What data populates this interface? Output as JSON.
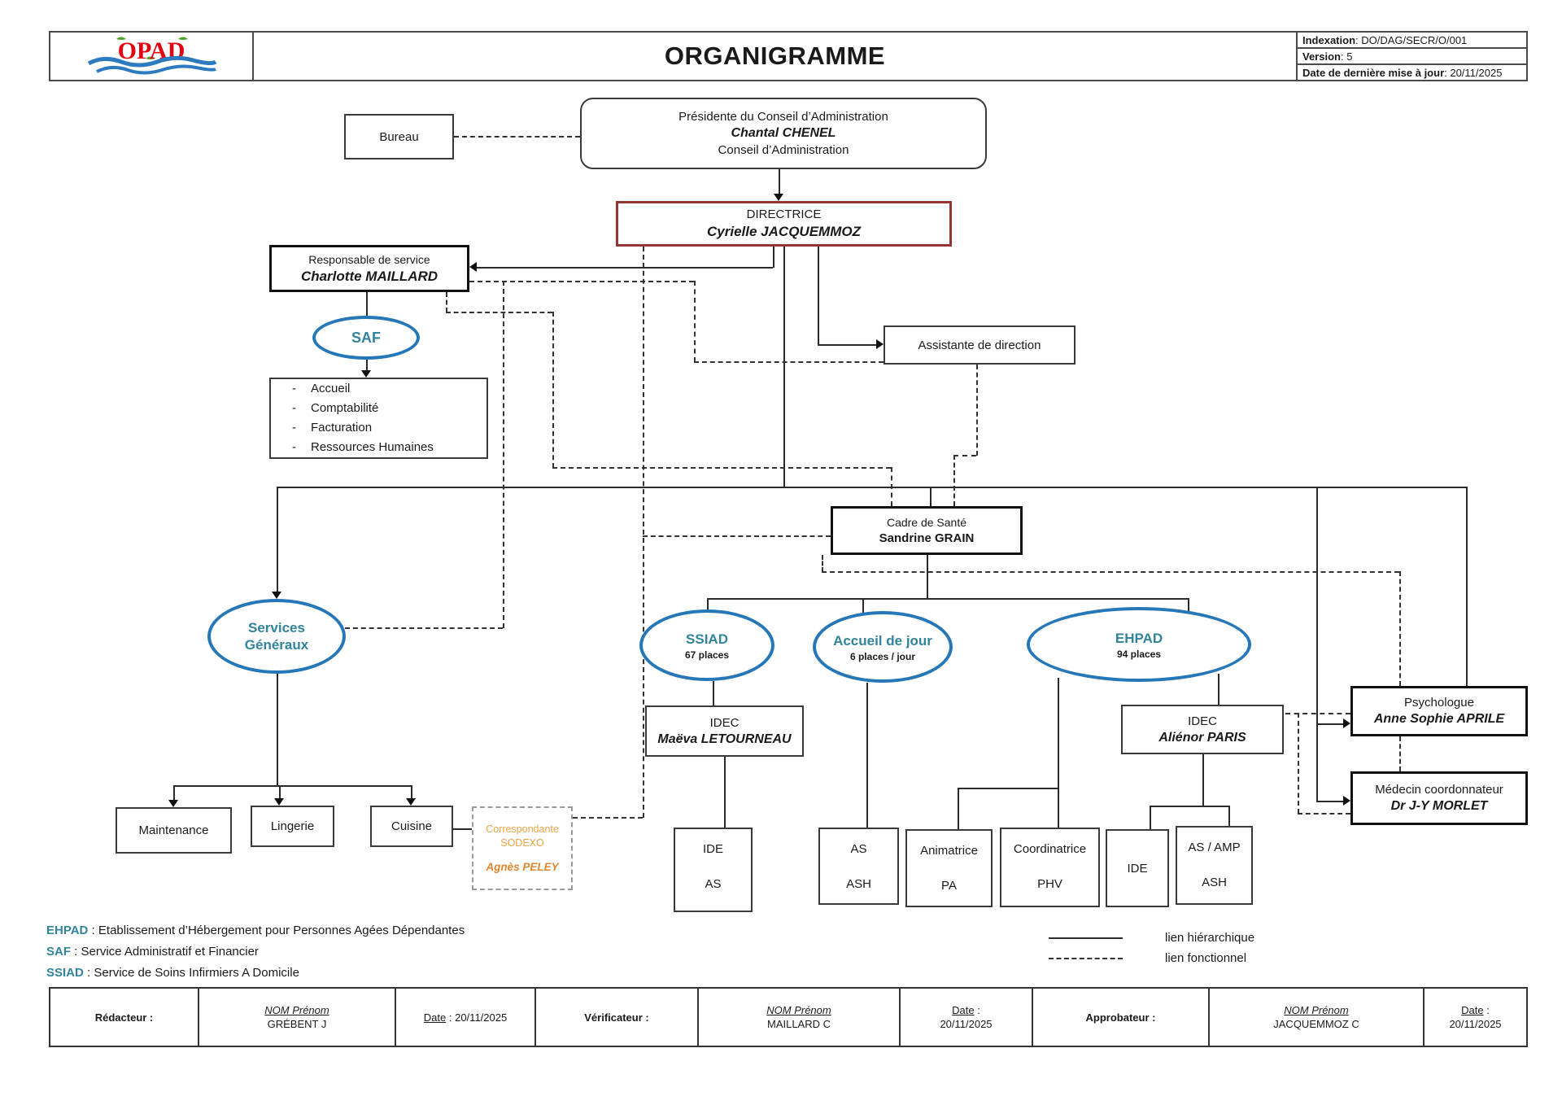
{
  "colors": {
    "accent_red": "#943634",
    "ellipse_blue": "#2577B8",
    "teal": "#31849B",
    "orange_light": "#EAA446",
    "orange_dark": "#E0862C",
    "logo_red": "#E3000F",
    "logo_blue": "#2C7BC0",
    "logo_green": "#4FA32A"
  },
  "header": {
    "logo_text": "OPAD",
    "title": "ORGANIGRAMME",
    "meta": [
      {
        "label": "Indexation",
        "value": " : DO/DAG/SECR/O/001"
      },
      {
        "label": "Version",
        "value": " : 5"
      },
      {
        "label": "Date de dernière mise à jour",
        "value": " : 20/11/2025"
      }
    ]
  },
  "nodes": {
    "bureau": {
      "title": "Bureau"
    },
    "presidente": {
      "line1": "Présidente du Conseil d’Administration",
      "name": "Chantal CHENEL",
      "line3": "Conseil d’Administration"
    },
    "directrice": {
      "title": "DIRECTRICE",
      "name": "Cyrielle JACQUEMMOZ"
    },
    "responsable": {
      "title": "Responsable de service",
      "name": "Charlotte MAILLARD"
    },
    "saf": {
      "title": "SAF"
    },
    "saf_services": {
      "items": [
        "Accueil",
        "Comptabilité",
        "Facturation",
        "Ressources Humaines"
      ]
    },
    "assistante": {
      "title": "Assistante de direction"
    },
    "cadre": {
      "title": "Cadre de Santé",
      "name": "Sandrine GRAIN"
    },
    "services_generaux": {
      "line1": "Services",
      "line2": "Généraux"
    },
    "ssiad": {
      "title": "SSIAD",
      "subtitle": "67 places"
    },
    "accueil_jour": {
      "title": "Accueil de jour",
      "subtitle": "6 places / jour"
    },
    "ehpad": {
      "title": "EHPAD",
      "subtitle": "94 places"
    },
    "idec_ssiad": {
      "title": "IDEC",
      "name": "Maëva LETOURNEAU"
    },
    "idec_ehpad": {
      "title": "IDEC",
      "name": "Aliénor PARIS"
    },
    "psychologue": {
      "title": "Psychologue",
      "name": "Anne Sophie APRILE"
    },
    "medecin": {
      "title": "Médecin coordonnateur",
      "name": "Dr J-Y MORLET"
    },
    "maintenance": {
      "title": "Maintenance"
    },
    "lingerie": {
      "title": "Lingerie"
    },
    "cuisine": {
      "title": "Cuisine"
    },
    "sodexo": {
      "line1": "Correspondante",
      "line2": "SODEXO",
      "name": "Agnès PELEY"
    },
    "ide_as": {
      "line1": "IDE",
      "line2": "AS"
    },
    "as_ash": {
      "line1": "AS",
      "line2": "ASH"
    },
    "animatrice": {
      "line1": "Animatrice",
      "line2": "PA"
    },
    "coordinatrice": {
      "line1": "Coordinatrice",
      "line2": "PHV"
    },
    "ide": {
      "line1": "IDE"
    },
    "as_amp": {
      "line1": "AS / AMP",
      "line2": "ASH"
    }
  },
  "legend": {
    "abbreviations": [
      {
        "acronym": "EHPAD",
        "definition": " : Etablissement d’Hébergement pour Personnes Agées Dépendantes"
      },
      {
        "acronym": "SAF",
        "definition": " : Service Administratif et Financier"
      },
      {
        "acronym": "SSIAD",
        "definition": " : Service de Soins Infirmiers A Domicile"
      }
    ],
    "hierarchique": "lien hiérarchique",
    "fonctionnel": "lien fonctionnel"
  },
  "footer": {
    "redacteur_label": "Rédacteur :",
    "verificateur_label": "Vérificateur :",
    "approbateur_label": "Approbateur :",
    "nom_prenom": "NOM Prénom",
    "redacteur_name": "GRÉBENT J",
    "verificateur_name": "MAILLARD C",
    "approbateur_name": "JACQUEMMOZ C",
    "date_label": "Date",
    "date1_value": " : 20/11/2025",
    "date_sep": " :",
    "date_value": "20/11/2025"
  }
}
